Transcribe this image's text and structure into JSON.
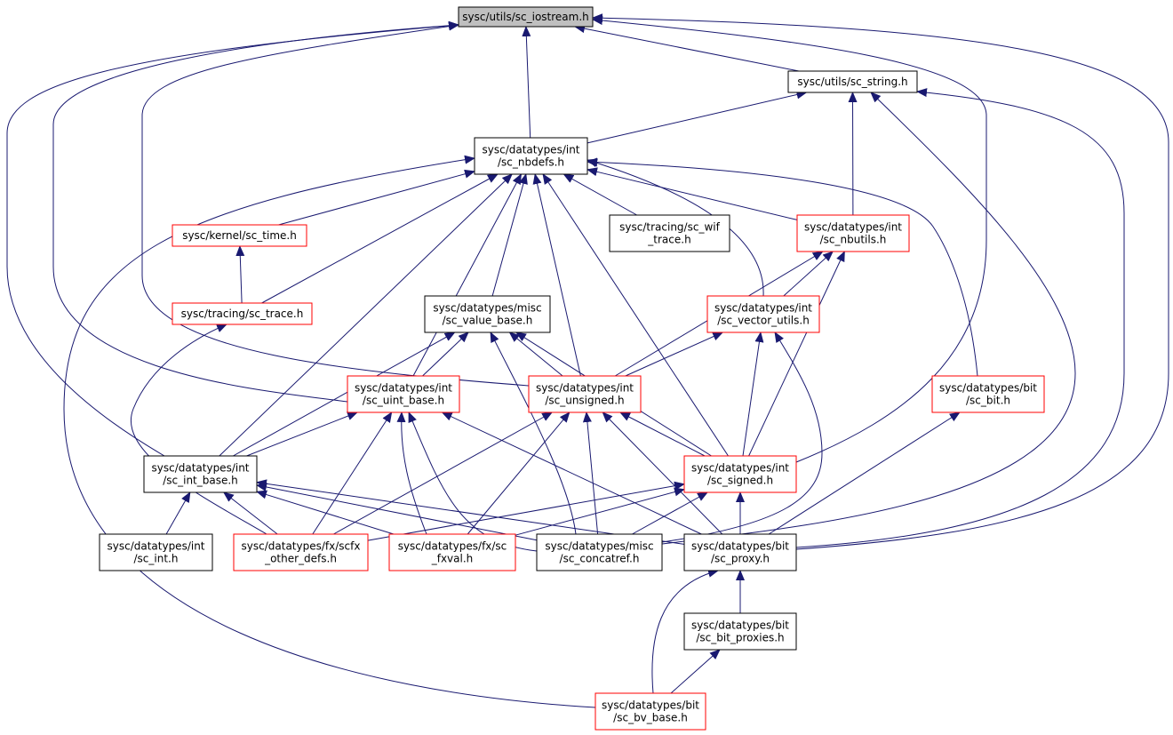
{
  "colors": {
    "edge": "#191970",
    "border_complete": "#000000",
    "border_incomplete": "#ff0000",
    "fill_default": "#ffffff",
    "fill_root": "#bfbfbf"
  },
  "nodes": [
    {
      "id": "iostream",
      "lines": [
        "sysc/utils/sc_iostream.h"
      ],
      "status": "root"
    },
    {
      "id": "string",
      "lines": [
        "sysc/utils/sc_string.h"
      ],
      "status": "complete"
    },
    {
      "id": "nbdefs",
      "lines": [
        "sysc/datatypes/int",
        "/sc_nbdefs.h"
      ],
      "status": "complete"
    },
    {
      "id": "time",
      "lines": [
        "sysc/kernel/sc_time.h"
      ],
      "status": "incomplete"
    },
    {
      "id": "wif",
      "lines": [
        "sysc/tracing/sc_wif",
        "_trace.h"
      ],
      "status": "complete"
    },
    {
      "id": "nbutils",
      "lines": [
        "sysc/datatypes/int",
        "/sc_nbutils.h"
      ],
      "status": "incomplete"
    },
    {
      "id": "trace",
      "lines": [
        "sysc/tracing/sc_trace.h"
      ],
      "status": "incomplete"
    },
    {
      "id": "valuebase",
      "lines": [
        "sysc/datatypes/misc",
        "/sc_value_base.h"
      ],
      "status": "complete"
    },
    {
      "id": "vecutils",
      "lines": [
        "sysc/datatypes/int",
        "/sc_vector_utils.h"
      ],
      "status": "incomplete"
    },
    {
      "id": "uintbase",
      "lines": [
        "sysc/datatypes/int",
        "/sc_uint_base.h"
      ],
      "status": "incomplete"
    },
    {
      "id": "unsigned",
      "lines": [
        "sysc/datatypes/int",
        "/sc_unsigned.h"
      ],
      "status": "incomplete"
    },
    {
      "id": "bit",
      "lines": [
        "sysc/datatypes/bit",
        "/sc_bit.h"
      ],
      "status": "incomplete"
    },
    {
      "id": "intbase",
      "lines": [
        "sysc/datatypes/int",
        "/sc_int_base.h"
      ],
      "status": "complete"
    },
    {
      "id": "signed",
      "lines": [
        "sysc/datatypes/int",
        "/sc_signed.h"
      ],
      "status": "incomplete"
    },
    {
      "id": "int",
      "lines": [
        "sysc/datatypes/int",
        "/sc_int.h"
      ],
      "status": "complete"
    },
    {
      "id": "scfx",
      "lines": [
        "sysc/datatypes/fx/scfx",
        "_other_defs.h"
      ],
      "status": "incomplete"
    },
    {
      "id": "fxval",
      "lines": [
        "sysc/datatypes/fx/sc",
        "_fxval.h"
      ],
      "status": "incomplete"
    },
    {
      "id": "concatref",
      "lines": [
        "sysc/datatypes/misc",
        "/sc_concatref.h"
      ],
      "status": "complete"
    },
    {
      "id": "proxy",
      "lines": [
        "sysc/datatypes/bit",
        "/sc_proxy.h"
      ],
      "status": "complete"
    },
    {
      "id": "bitproxies",
      "lines": [
        "sysc/datatypes/bit",
        "/sc_bit_proxies.h"
      ],
      "status": "complete"
    },
    {
      "id": "bvbase",
      "lines": [
        "sysc/datatypes/bit",
        "/sc_bv_base.h"
      ],
      "status": "incomplete"
    }
  ],
  "edges": [
    {
      "from": "string",
      "to": "iostream"
    },
    {
      "from": "nbdefs",
      "to": "iostream"
    },
    {
      "from": "nbdefs",
      "to": "string"
    },
    {
      "from": "uintbase",
      "to": "iostream"
    },
    {
      "from": "unsigned",
      "to": "iostream"
    },
    {
      "from": "intbase",
      "to": "iostream"
    },
    {
      "from": "signed",
      "to": "iostream"
    },
    {
      "from": "proxy",
      "to": "iostream"
    },
    {
      "from": "nbutils",
      "to": "string"
    },
    {
      "from": "proxy",
      "to": "string"
    },
    {
      "from": "concatref",
      "to": "string"
    },
    {
      "from": "time",
      "to": "nbdefs"
    },
    {
      "from": "wif",
      "to": "nbdefs"
    },
    {
      "from": "nbutils",
      "to": "nbdefs"
    },
    {
      "from": "trace",
      "to": "nbdefs"
    },
    {
      "from": "valuebase",
      "to": "nbdefs"
    },
    {
      "from": "vecutils",
      "to": "nbdefs"
    },
    {
      "from": "uintbase",
      "to": "nbdefs"
    },
    {
      "from": "unsigned",
      "to": "nbdefs"
    },
    {
      "from": "intbase",
      "to": "nbdefs"
    },
    {
      "from": "signed",
      "to": "nbdefs"
    },
    {
      "from": "bit",
      "to": "nbdefs"
    },
    {
      "from": "bvbase",
      "to": "nbdefs"
    },
    {
      "from": "trace",
      "to": "time"
    },
    {
      "from": "vecutils",
      "to": "nbutils"
    },
    {
      "from": "unsigned",
      "to": "nbutils"
    },
    {
      "from": "signed",
      "to": "nbutils"
    },
    {
      "from": "scfx",
      "to": "trace"
    },
    {
      "from": "uintbase",
      "to": "valuebase"
    },
    {
      "from": "unsigned",
      "to": "valuebase"
    },
    {
      "from": "intbase",
      "to": "valuebase"
    },
    {
      "from": "signed",
      "to": "valuebase"
    },
    {
      "from": "concatref",
      "to": "valuebase"
    },
    {
      "from": "unsigned",
      "to": "vecutils"
    },
    {
      "from": "signed",
      "to": "vecutils"
    },
    {
      "from": "concatref",
      "to": "vecutils"
    },
    {
      "from": "intbase",
      "to": "uintbase"
    },
    {
      "from": "scfx",
      "to": "uintbase"
    },
    {
      "from": "fxval",
      "to": "uintbase"
    },
    {
      "from": "concatref",
      "to": "uintbase"
    },
    {
      "from": "proxy",
      "to": "uintbase"
    },
    {
      "from": "signed",
      "to": "unsigned"
    },
    {
      "from": "scfx",
      "to": "unsigned"
    },
    {
      "from": "fxval",
      "to": "unsigned"
    },
    {
      "from": "concatref",
      "to": "unsigned"
    },
    {
      "from": "proxy",
      "to": "unsigned"
    },
    {
      "from": "proxy",
      "to": "bit"
    },
    {
      "from": "int",
      "to": "intbase"
    },
    {
      "from": "scfx",
      "to": "intbase"
    },
    {
      "from": "fxval",
      "to": "intbase"
    },
    {
      "from": "concatref",
      "to": "intbase"
    },
    {
      "from": "proxy",
      "to": "intbase"
    },
    {
      "from": "scfx",
      "to": "signed"
    },
    {
      "from": "fxval",
      "to": "signed"
    },
    {
      "from": "concatref",
      "to": "signed"
    },
    {
      "from": "proxy",
      "to": "signed"
    },
    {
      "from": "bitproxies",
      "to": "proxy"
    },
    {
      "from": "bvbase",
      "to": "proxy"
    },
    {
      "from": "bvbase",
      "to": "bitproxies"
    }
  ]
}
